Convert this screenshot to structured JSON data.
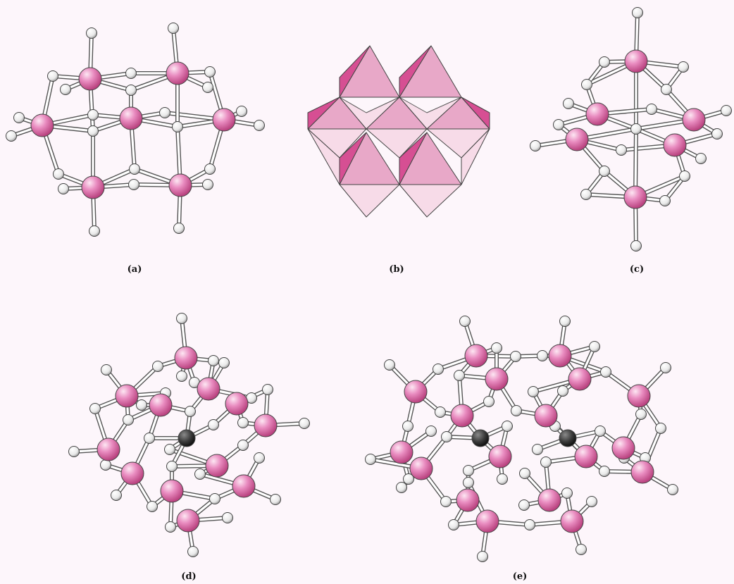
{
  "labels": {
    "a": "(a)",
    "b": "(b)",
    "c": "(c)",
    "d": "(d)",
    "e": "(e)"
  },
  "colors": {
    "background": "#fdf6fb",
    "metal_atom": "#e27fb6",
    "oxygen_atom": "#f2f2f2",
    "heteroatom": "#3a3a3a",
    "octahedron_light": "#f7dbe8",
    "octahedron_mid": "#e8a8c8",
    "octahedron_dark": "#d64f93"
  }
}
